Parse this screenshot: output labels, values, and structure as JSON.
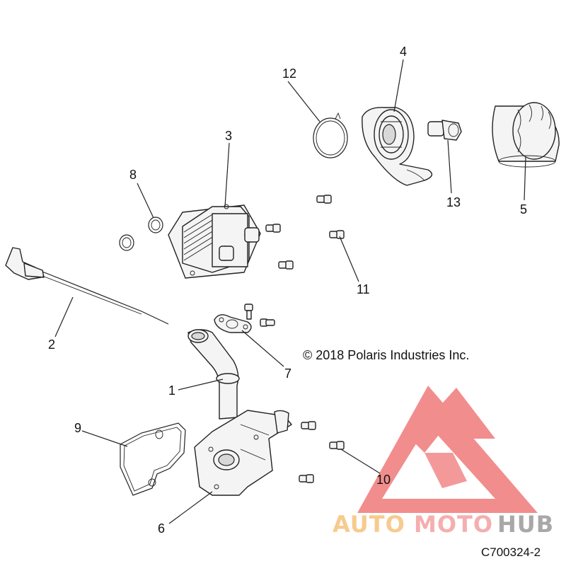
{
  "diagram": {
    "callouts": [
      {
        "id": "c1",
        "label": "1"
      },
      {
        "id": "c2",
        "label": "2"
      },
      {
        "id": "c3",
        "label": "3"
      },
      {
        "id": "c4",
        "label": "4"
      },
      {
        "id": "c5",
        "label": "5"
      },
      {
        "id": "c6",
        "label": "6"
      },
      {
        "id": "c7",
        "label": "7"
      },
      {
        "id": "c8",
        "label": "8"
      },
      {
        "id": "c9",
        "label": "9"
      },
      {
        "id": "c10",
        "label": "10"
      },
      {
        "id": "c11",
        "label": "11"
      },
      {
        "id": "c12",
        "label": "12"
      },
      {
        "id": "c13",
        "label": "13"
      }
    ],
    "copyright": "© 2018 Polaris Industries Inc.",
    "drawing_code": "C700324-2"
  },
  "watermark": {
    "text_part1": "AUTO",
    "text_part2": "MOTO",
    "text_part3": "HUB",
    "color_auto": "#f5c27a",
    "color_moto": "#f4a0a0",
    "color_hub": "#9a9a9a",
    "color_triangle": "#f07a7a"
  }
}
